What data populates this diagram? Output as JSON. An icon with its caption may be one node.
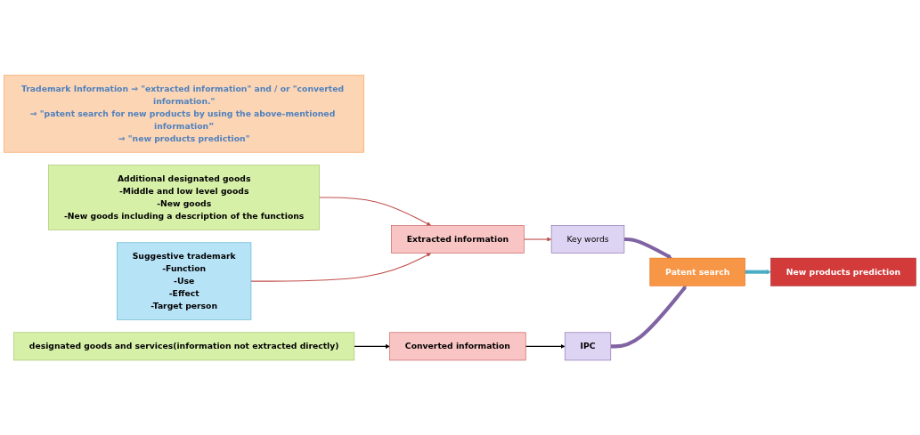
{
  "diagram": {
    "nodes": [
      {
        "text": [
          "Trademark Information ⇒ \"extracted information\" and / or \"converted information.\"",
          "⇒ \"patent search for new products by using the above-mentioned information”",
          "⇒ \"new products prediction\""
        ]
      },
      {
        "text": [
          "Additional designated goods",
          "-Middle and low level goods",
          "-New goods",
          "-New goods including a description of the functions"
        ]
      },
      {
        "text": [
          "Suggestive trademark",
          "-Function",
          "-Use",
          "-Effect",
          "-Target person"
        ]
      },
      {
        "text": [
          "designated goods and services(information not extracted directly)"
        ]
      },
      {
        "text": [
          "Extracted information"
        ]
      },
      {
        "text": [
          "Converted information"
        ]
      },
      {
        "text": [
          "Key words"
        ]
      },
      {
        "text": [
          "IPC"
        ]
      },
      {
        "text": [
          "Patent search"
        ]
      },
      {
        "text": [
          "New products prediction"
        ]
      }
    ],
    "edges": [
      {
        "from": 1,
        "to": 4,
        "arrow": "to",
        "color": "#c0504d"
      },
      {
        "from": 2,
        "to": 4,
        "arrow": "to",
        "color": "#c0504d"
      },
      {
        "from": 3,
        "to": 5,
        "arrow": "to",
        "color": "#000000"
      },
      {
        "from": 4,
        "to": 6,
        "arrow": "to",
        "color": "#c0504d"
      },
      {
        "from": 5,
        "to": 7,
        "arrow": "to",
        "color": "#000000"
      },
      {
        "from": 6,
        "to": 8,
        "arrow": "to",
        "style": "thick",
        "color": "#8064a2"
      },
      {
        "from": 7,
        "to": 8,
        "arrow": "to",
        "style": "thick",
        "color": "#8064a2"
      },
      {
        "from": 8,
        "to": 9,
        "arrow": "to",
        "style": "thick",
        "color": "#4bacc6"
      }
    ]
  }
}
